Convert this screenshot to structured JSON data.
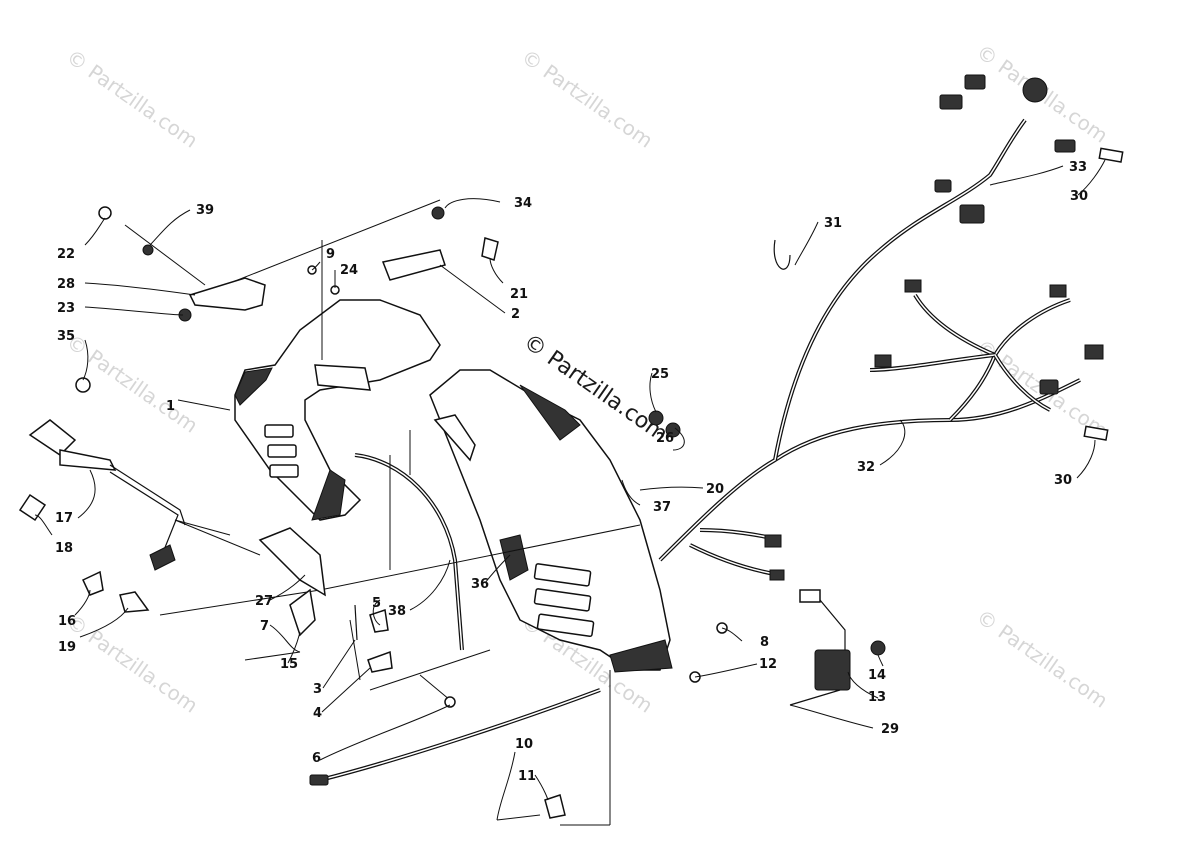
{
  "watermark": {
    "small": "© Partzilla.com",
    "center": "© Partzilla.com"
  },
  "callouts": [
    {
      "num": "1"
    },
    {
      "num": "2"
    },
    {
      "num": "3"
    },
    {
      "num": "4"
    },
    {
      "num": "5"
    },
    {
      "num": "6"
    },
    {
      "num": "7"
    },
    {
      "num": "8"
    },
    {
      "num": "9"
    },
    {
      "num": "10"
    },
    {
      "num": "11"
    },
    {
      "num": "12"
    },
    {
      "num": "13"
    },
    {
      "num": "14"
    },
    {
      "num": "15"
    },
    {
      "num": "16"
    },
    {
      "num": "17"
    },
    {
      "num": "18"
    },
    {
      "num": "19"
    },
    {
      "num": "20"
    },
    {
      "num": "21"
    },
    {
      "num": "22"
    },
    {
      "num": "23"
    },
    {
      "num": "24"
    },
    {
      "num": "25"
    },
    {
      "num": "26"
    },
    {
      "num": "27"
    },
    {
      "num": "28"
    },
    {
      "num": "29"
    },
    {
      "num": "30"
    },
    {
      "num": "30"
    },
    {
      "num": "31"
    },
    {
      "num": "32"
    },
    {
      "num": "33"
    },
    {
      "num": "34"
    },
    {
      "num": "35"
    },
    {
      "num": "36"
    },
    {
      "num": "37"
    },
    {
      "num": "38"
    },
    {
      "num": "39"
    }
  ]
}
